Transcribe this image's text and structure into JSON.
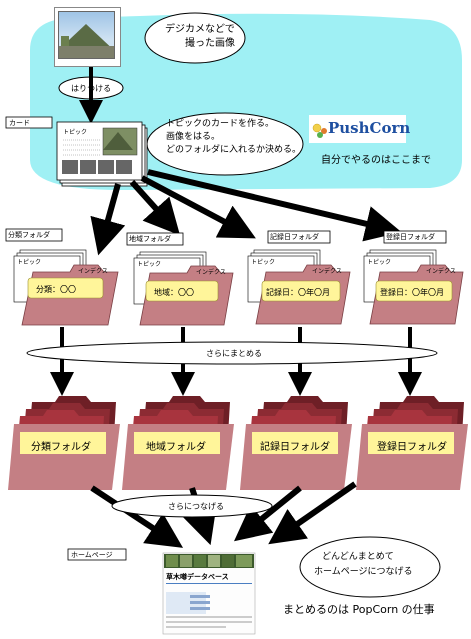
{
  "labels": {
    "top_bubble_line1": "デジカメなどで",
    "top_bubble_line2": "撮った画像",
    "attach": "はりつける",
    "card_tag": "カード",
    "card_topic": "トピック",
    "note_line1": "トピックのカードを作る。",
    "note_line2": "画像をはる。",
    "note_line3": "どのフォルダに入れるか決める。",
    "pushcorn_logo": "PushCorn",
    "self_part": "自分でやるのはここまで",
    "more_group": "さらにまとめる",
    "more_connect": "さらにつなげる",
    "homepage_tag": "ホームページ",
    "homepage_title": "草木噂データベース",
    "right_note_line1": "どんどんまとめて",
    "right_note_line2": "ホームページにつなげる",
    "popcorn_job": "まとめるのは PopCorn の仕事",
    "index_word": "インデクス"
  },
  "folders_top": [
    {
      "tag": "分類フォルダ",
      "label": "分類：〇〇"
    },
    {
      "tag": "地域フォルダ",
      "label": "地域：〇〇"
    },
    {
      "tag": "記録日フォルダ",
      "label": "記録日：〇年〇月"
    },
    {
      "tag": "登録日フォルダ",
      "label": "登録日：〇年〇月"
    }
  ],
  "folders_bottom": [
    {
      "label": "分類フォルダ"
    },
    {
      "label": "地域フォルダ"
    },
    {
      "label": "記録日フォルダ"
    },
    {
      "label": "登録日フォルダ"
    }
  ],
  "colors": {
    "cyan_bg": "#9ff0f4",
    "folder_pink": "#c47f84",
    "folder_dark": "#8c2b33",
    "folder_crimson": "#a8343e",
    "yellow": "#fff59a",
    "pushcorn_blue": "#1e4fa0"
  }
}
